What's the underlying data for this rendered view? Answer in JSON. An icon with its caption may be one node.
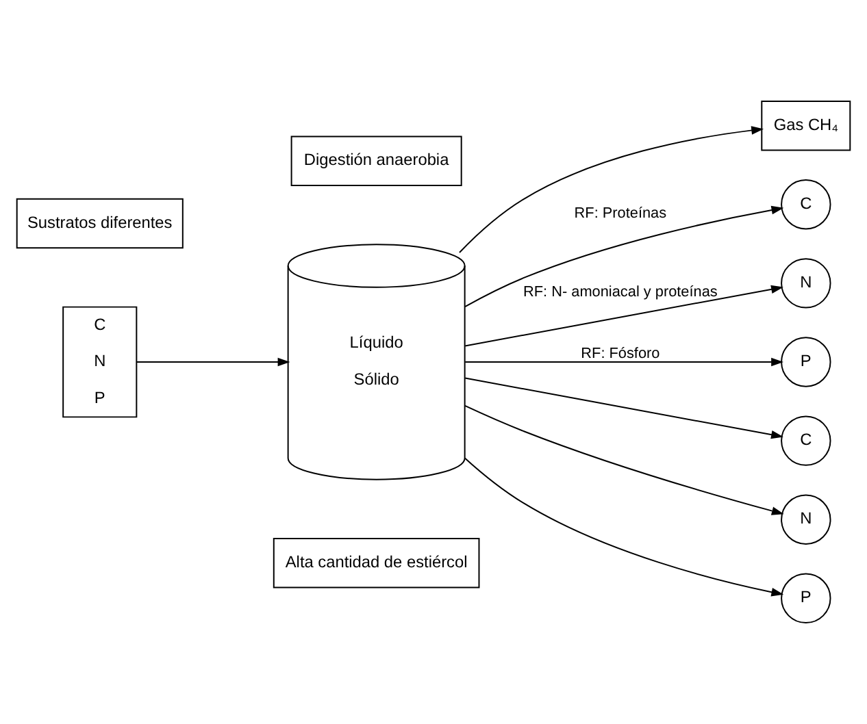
{
  "diagram": {
    "nodes": [
      {
        "text": [
          "Sustratos diferentes"
        ]
      },
      {
        "text": [
          "C",
          "N",
          "P"
        ]
      },
      {
        "text": [
          "Digestión anaerobia"
        ]
      },
      {
        "text": [
          "Gas CH₄"
        ]
      },
      {
        "text": [
          "Líquido",
          "Sólido"
        ]
      },
      {
        "text": [
          "C"
        ]
      },
      {
        "text": [
          "N"
        ]
      },
      {
        "text": [
          "P"
        ]
      },
      {
        "text": [
          "C"
        ]
      },
      {
        "text": [
          "N"
        ]
      },
      {
        "text": [
          "P"
        ]
      },
      {
        "text": [
          "Alta cantidad de estiércol"
        ]
      }
    ],
    "edges": [
      {
        "from": 1,
        "to": 4,
        "arrow": "to"
      },
      {
        "from": 4,
        "to": 3,
        "arrow": "to"
      },
      {
        "from": 4,
        "to": 5,
        "arrow": "to",
        "label": "RF: Proteínas"
      },
      {
        "from": 4,
        "to": 6,
        "arrow": "to",
        "label": "RF: N- amoniacal y proteínas"
      },
      {
        "from": 4,
        "to": 7,
        "arrow": "to",
        "label": "RF: Fósforo"
      },
      {
        "from": 4,
        "to": 8,
        "arrow": "to"
      },
      {
        "from": 4,
        "to": 9,
        "arrow": "to"
      },
      {
        "from": 4,
        "to": 10,
        "arrow": "to"
      }
    ]
  }
}
